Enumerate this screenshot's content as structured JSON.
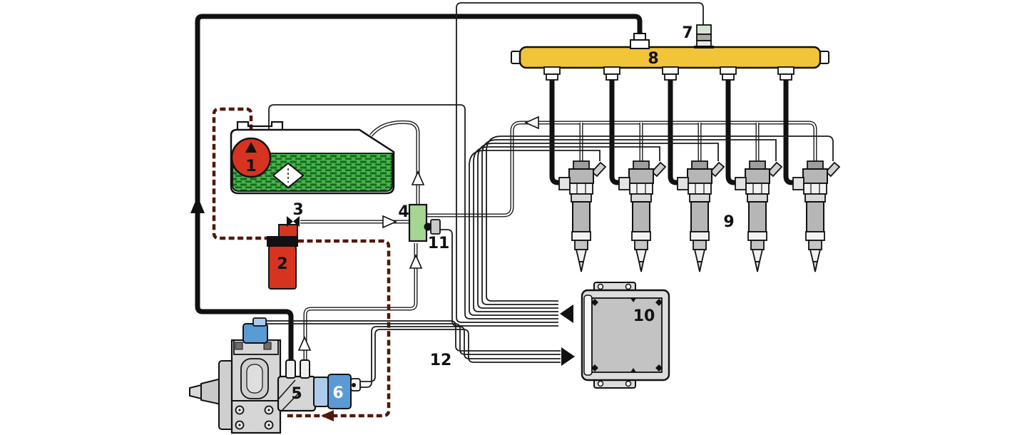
{
  "diagram": {
    "kind": "common-rail-diesel-fuel-system-schematic",
    "labels": {
      "n1": "1",
      "n2": "2",
      "n3": "3",
      "n4": "4",
      "n5": "5",
      "n6": "6",
      "n7": "7",
      "n8": "8",
      "n9": "9",
      "n10": "10",
      "n11": "11",
      "n12": "12"
    },
    "colors": {
      "component_red": "#d63420",
      "rail_yellow": "#f2c437",
      "valve_green": "#a5d693",
      "actuator_blue": "#5b9bd5",
      "connector_light_blue": "#aecbeb",
      "fuel_green": "#49b24c",
      "fuel_green_dark": "#136a1c",
      "return_line_dark_red": "#54170b",
      "sensor_pale_green": "#d4e6cf",
      "ecu_gray": "#c3c3c3",
      "line_black": "#111111"
    }
  }
}
